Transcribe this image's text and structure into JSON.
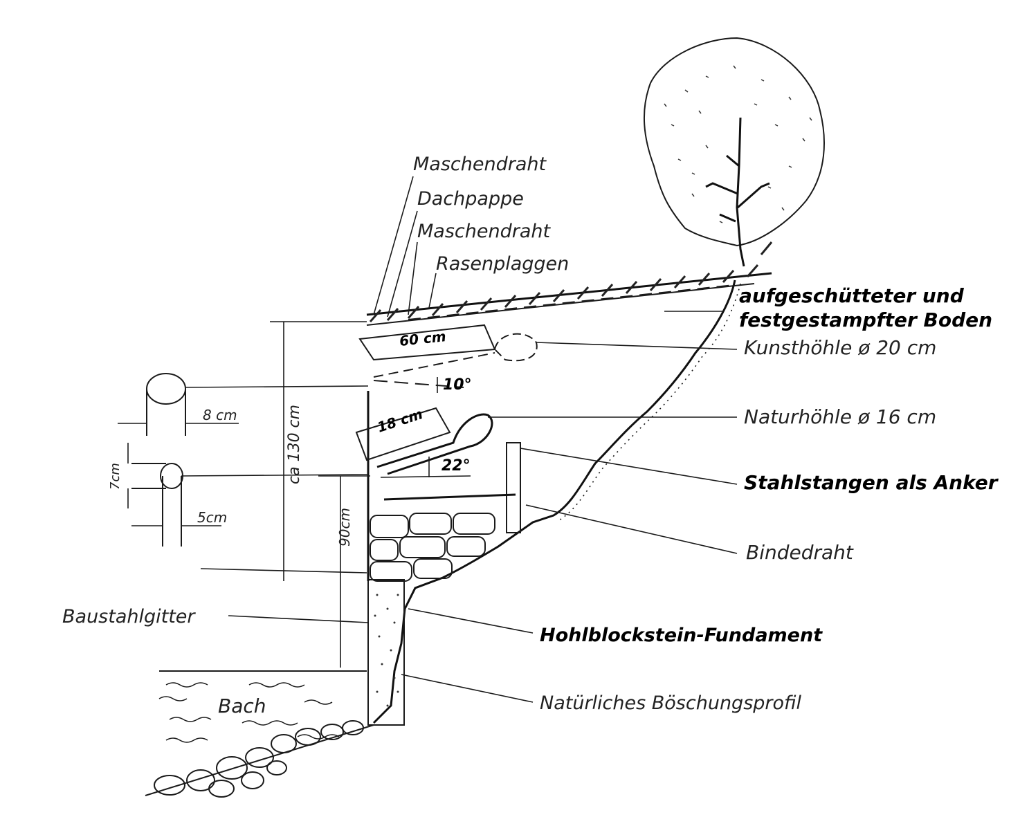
{
  "labels": {
    "maschendraht_top": "Maschendraht",
    "dachpappe": "Dachpappe",
    "maschendraht_mid": "Maschendraht",
    "rasenplaggen": "Rasenplaggen",
    "boden_line1": "aufgeschütteter und",
    "boden_line2": "festgestampfter Boden",
    "kunsthoehle": "Kunsthöhle ø 20 cm",
    "naturhoehle": "Naturhöhle ø 16 cm",
    "stahlstangen": "Stahlstangen als Anker",
    "bindedraht": "Bindedraht",
    "baustahlgitter": "Baustahlgitter",
    "fundament": "Hohlblockstein-Fundament",
    "boeschung": "Natürliches Böschungsprofil",
    "bach": "Bach"
  },
  "dimensions": {
    "d60": "60 cm",
    "d18": "18 cm",
    "angle10": "10°",
    "angle22": "22°",
    "d8": "8 cm",
    "d7": "7cm",
    "d5": "5cm",
    "d130": "ca 130 cm",
    "d90": "90cm"
  }
}
